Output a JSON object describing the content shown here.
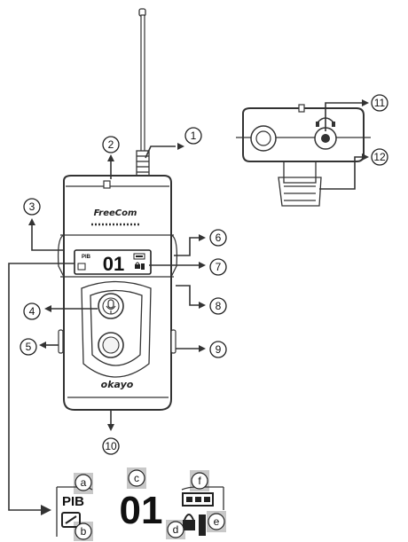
{
  "device": {
    "brand_top": "FreeCom",
    "brand_bottom": "okayo"
  },
  "screen": {
    "channel": "01",
    "left_top_icon": "PIB",
    "left_bottom_icon": "link-icon",
    "right_top_icon": "battery-icon",
    "right_bottom_icon": "lock-icon"
  },
  "callouts": [
    "1",
    "2",
    "3",
    "4",
    "5",
    "6",
    "7",
    "8",
    "9",
    "10",
    "11",
    "12"
  ],
  "zoom_callouts": [
    "a",
    "b",
    "c",
    "d",
    "e",
    "f"
  ],
  "zoom_screen": {
    "channel": "01",
    "left_top_text": "PIB"
  },
  "colors": {
    "line": "#333333",
    "highlight": "#c8c8c8"
  }
}
